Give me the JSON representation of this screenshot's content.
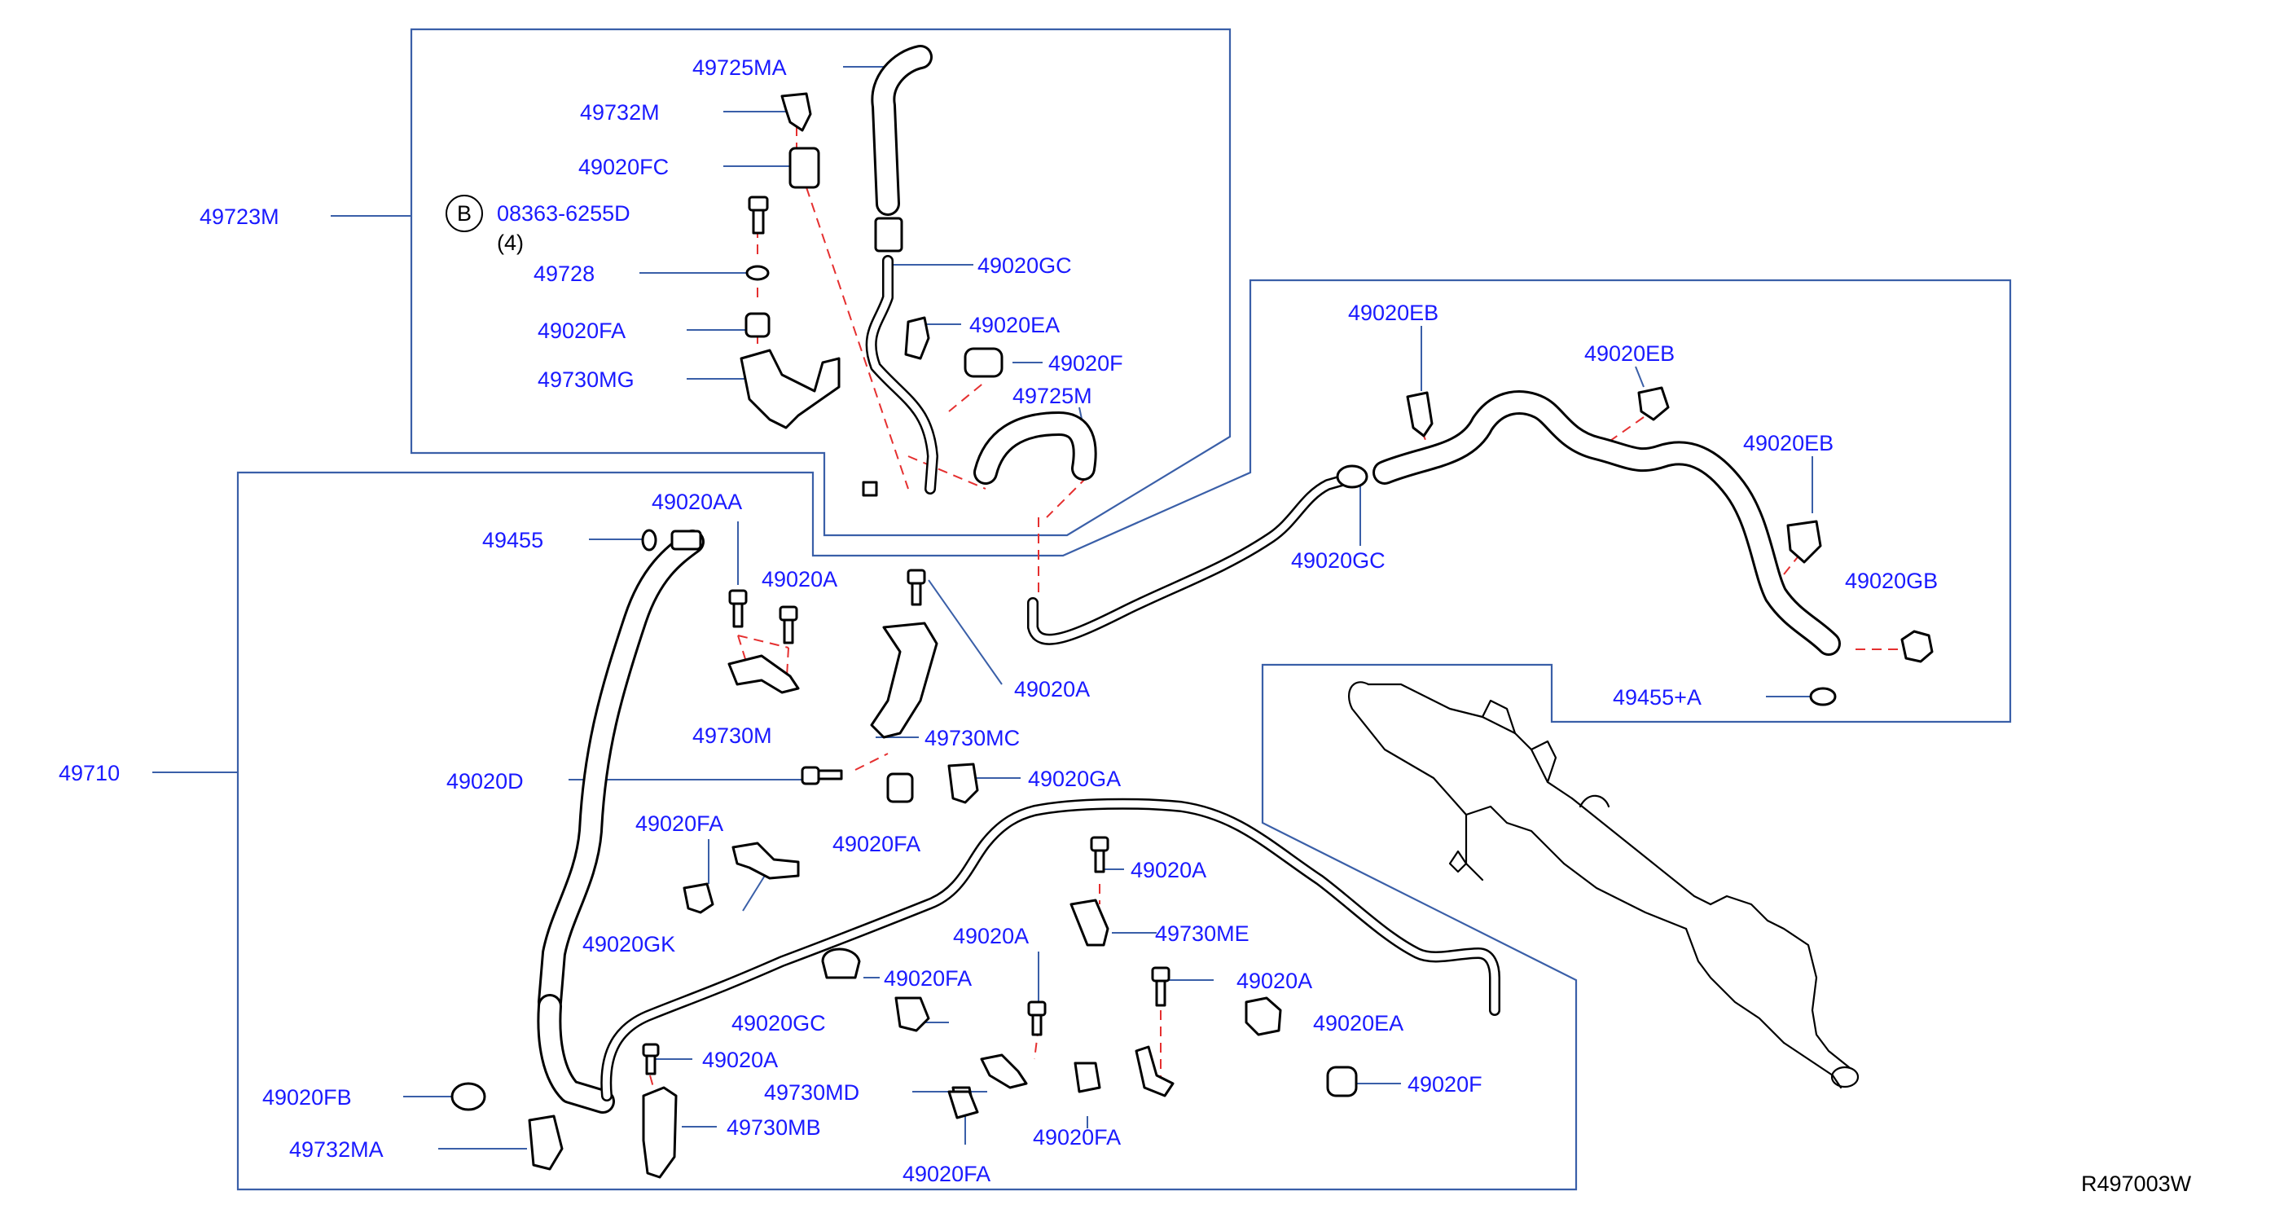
{
  "labels": {
    "p49725MA": "49725MA",
    "p49732M": "49732M",
    "p49020FC": "49020FC",
    "p49723M": "49723M",
    "bolt_circle": "B",
    "bolt_part": "08363-6255D",
    "bolt_qty": "(4)",
    "p49728": "49728",
    "p49020FA_top": "49020FA",
    "p49730MG": "49730MG",
    "p49020GC_top": "49020GC",
    "p49020EA_top": "49020EA",
    "p49020F_top": "49020F",
    "p49725M": "49725M",
    "p49020EB_1": "49020EB",
    "p49020EB_2": "49020EB",
    "p49020EB_3": "49020EB",
    "p49020GC_right": "49020GC",
    "p49020GB": "49020GB",
    "p49455A": "49455+A",
    "p49020AA": "49020AA",
    "p49455": "49455",
    "p49020A_1": "49020A",
    "p49020A_2": "49020A",
    "p49730M": "49730M",
    "p49730MC": "49730MC",
    "p49710": "49710",
    "p49020D": "49020D",
    "p49020GA": "49020GA",
    "p49020FA_mid": "49020FA",
    "p49020FA_left": "49020FA",
    "p49020GK": "49020GK",
    "p49020A_3": "49020A",
    "p49730ME": "49730ME",
    "p49020A_4": "49020A",
    "p49020FA_c": "49020FA",
    "p49020A_5": "49020A",
    "p49020GC_low": "49020GC",
    "p49020EA_low": "49020EA",
    "p49020A_6": "49020A",
    "p49730MD": "49730MD",
    "p49020F_low": "49020F",
    "p49020FB": "49020FB",
    "p49730MB": "49730MB",
    "p49732MA": "49732MA",
    "p49020FA_b1": "49020FA",
    "p49020FA_b2": "49020FA",
    "diagram_code": "R497003W"
  },
  "colors": {
    "label_text": "#1a1aff",
    "frame_lines": "#3a5fa8",
    "dashed_guides": "#e53030",
    "part_outline": "#000000",
    "background": "#ffffff"
  }
}
